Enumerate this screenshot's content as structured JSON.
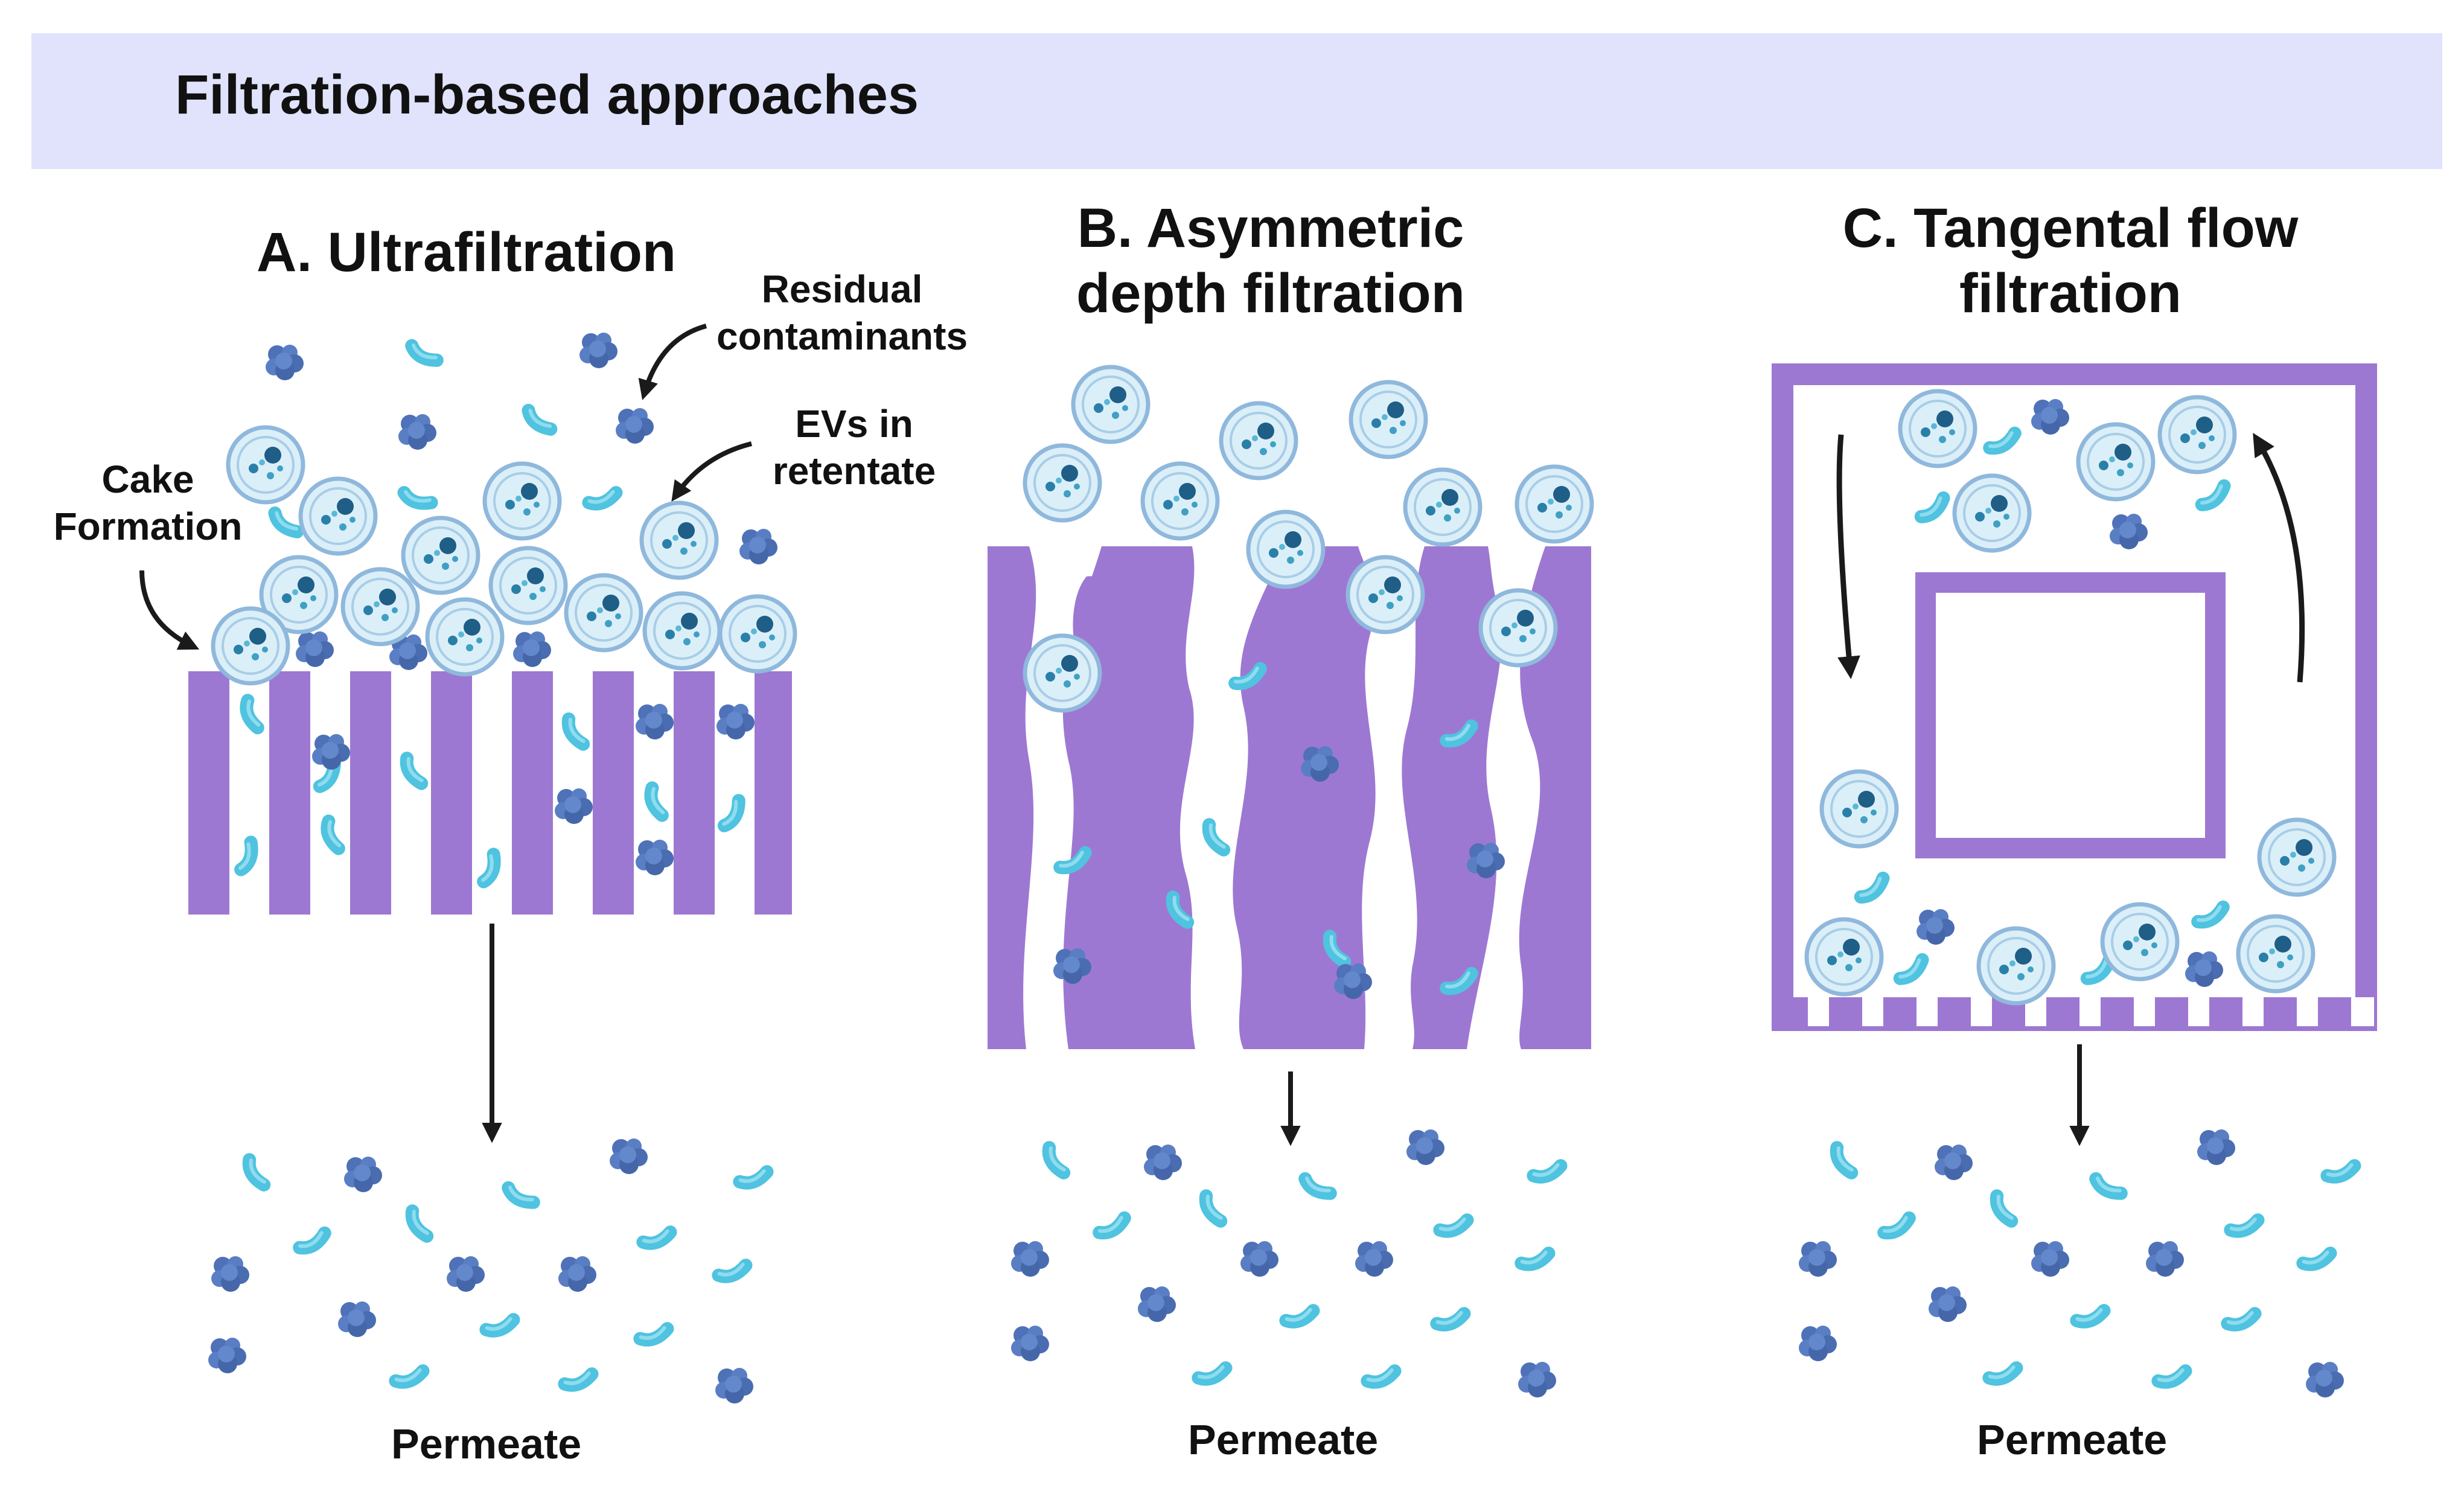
{
  "header": {
    "title": "Filtration-based approaches"
  },
  "panels": [
    {
      "title": "A. Ultrafiltration",
      "permeate": "Permeate"
    },
    {
      "title": "B. Asymmetric depth filtration",
      "permeate": "Permeate"
    },
    {
      "title": "C. Tangental flow filtration",
      "permeate": "Permeate"
    }
  ],
  "callouts": {
    "residual": "Residual contaminants",
    "evs": "EVs in retentate",
    "cake": "Cake Formation"
  },
  "colors": {
    "header_band": "#e0e3fb",
    "membrane": "#9d78d2",
    "ev_fill": "#dbeff9",
    "ev_ring": "#8fb8dc",
    "ev_core": "#1f5e86",
    "protein": "#4e71b8",
    "cell": "#4fc3df"
  },
  "legend_icons": [
    "ev-vesicle-icon",
    "protein-contaminant-icon",
    "cell-fragment-icon",
    "flow-arrow-icon"
  ]
}
